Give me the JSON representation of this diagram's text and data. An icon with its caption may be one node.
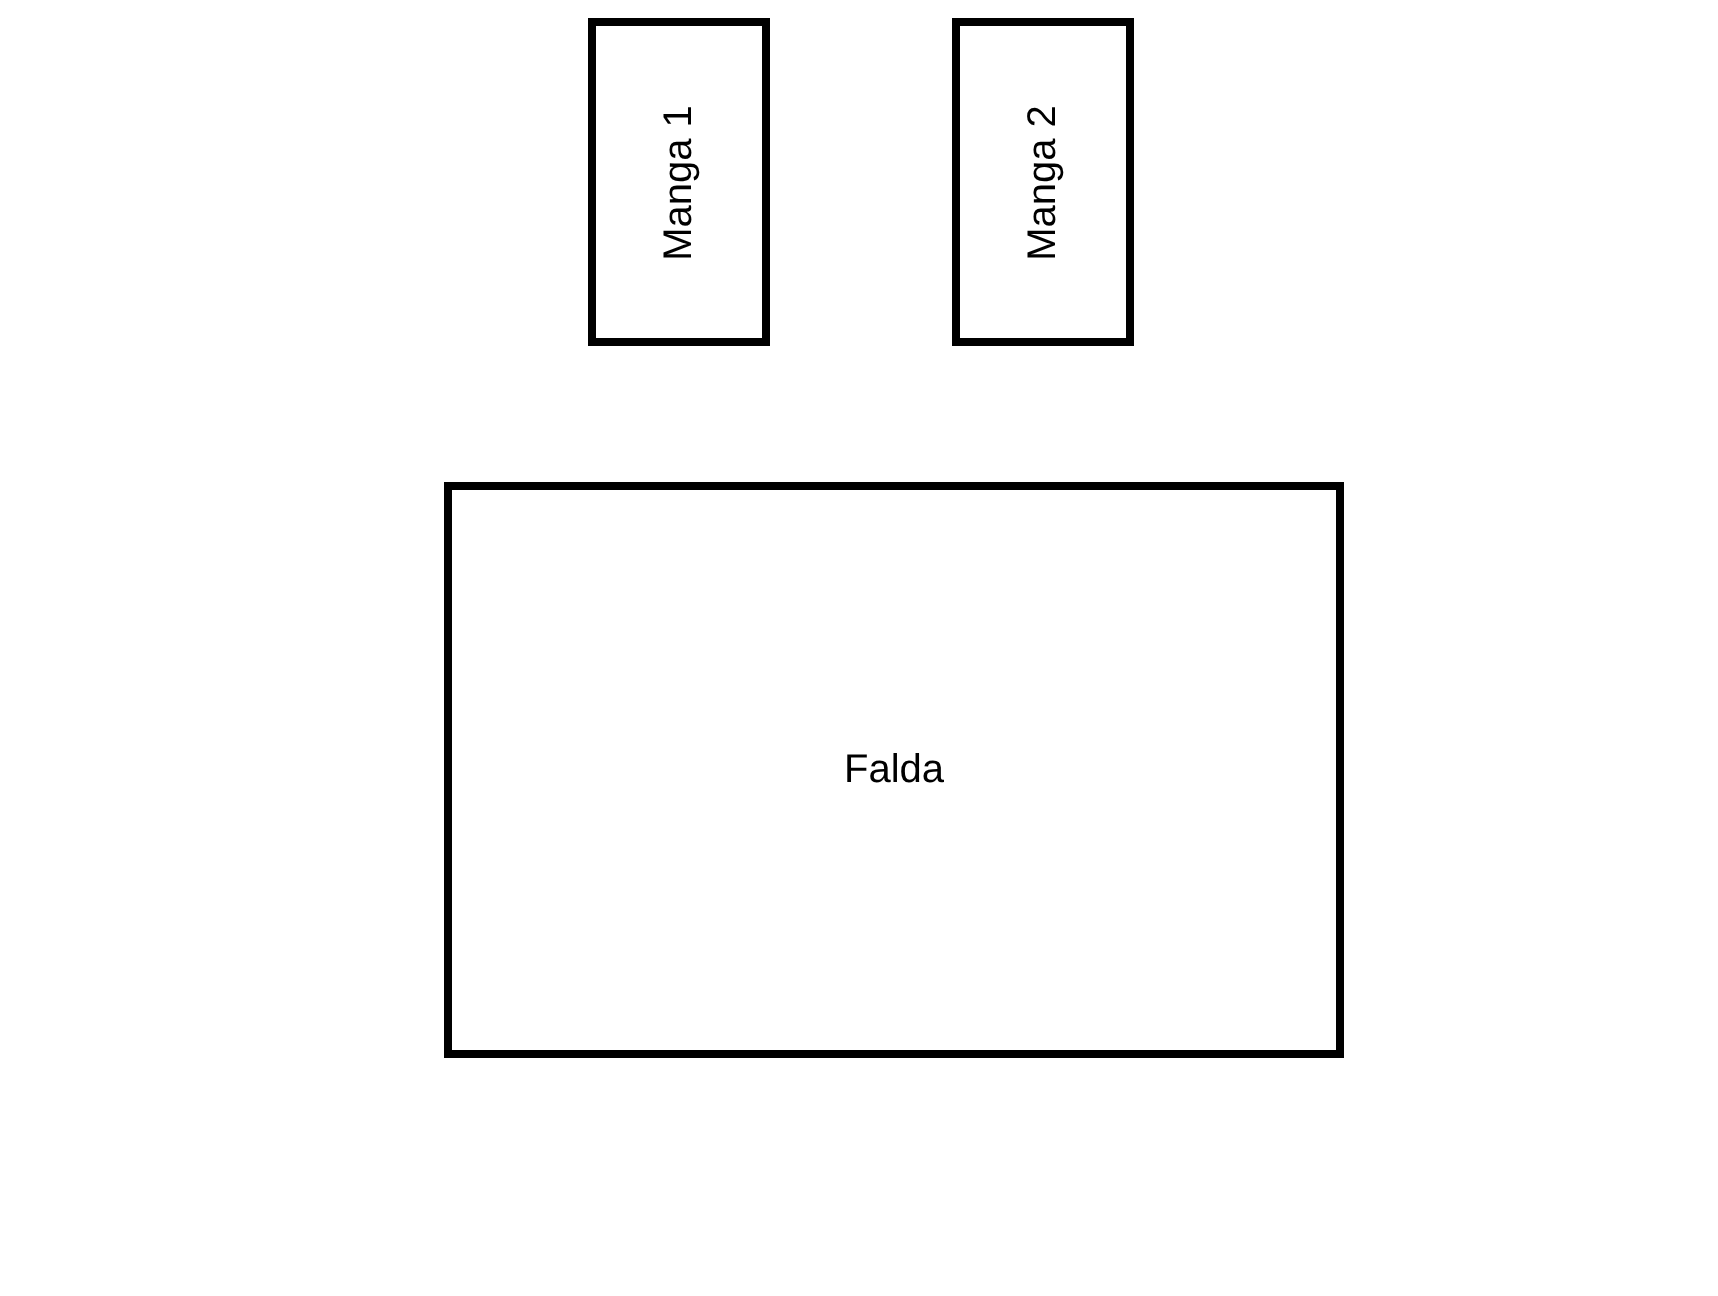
{
  "diagram": {
    "nodes": [
      {
        "text": [
          "Manga 1"
        ]
      },
      {
        "text": [
          "Manga 2"
        ]
      },
      {
        "text": [
          "Falda"
        ]
      }
    ]
  }
}
